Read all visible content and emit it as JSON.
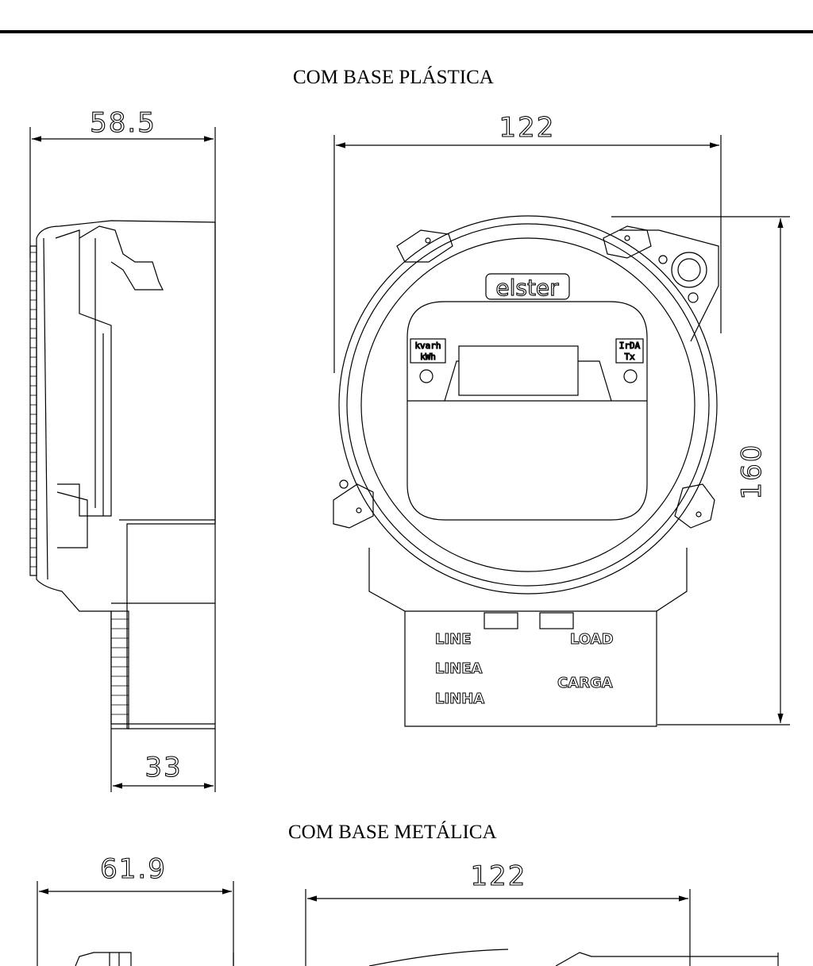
{
  "sections": {
    "plastic": "COM BASE PLÁSTICA",
    "metal": "COM BASE METÁLICA"
  },
  "dimensions": {
    "plastic_depth": "58.5",
    "plastic_width": "122",
    "plastic_height": "160",
    "plastic_base_depth": "33",
    "metal_depth": "61.9",
    "metal_width": "122"
  },
  "meter": {
    "brand": "elster",
    "left_indicator_1": "kvarh",
    "left_indicator_2": "kWh",
    "right_indicator_1": "IrDA",
    "right_indicator_2": "Tx",
    "line_labels": [
      "LINE",
      "LINEA",
      "LINHA"
    ],
    "load_labels": [
      "LOAD",
      "CARGA"
    ]
  }
}
